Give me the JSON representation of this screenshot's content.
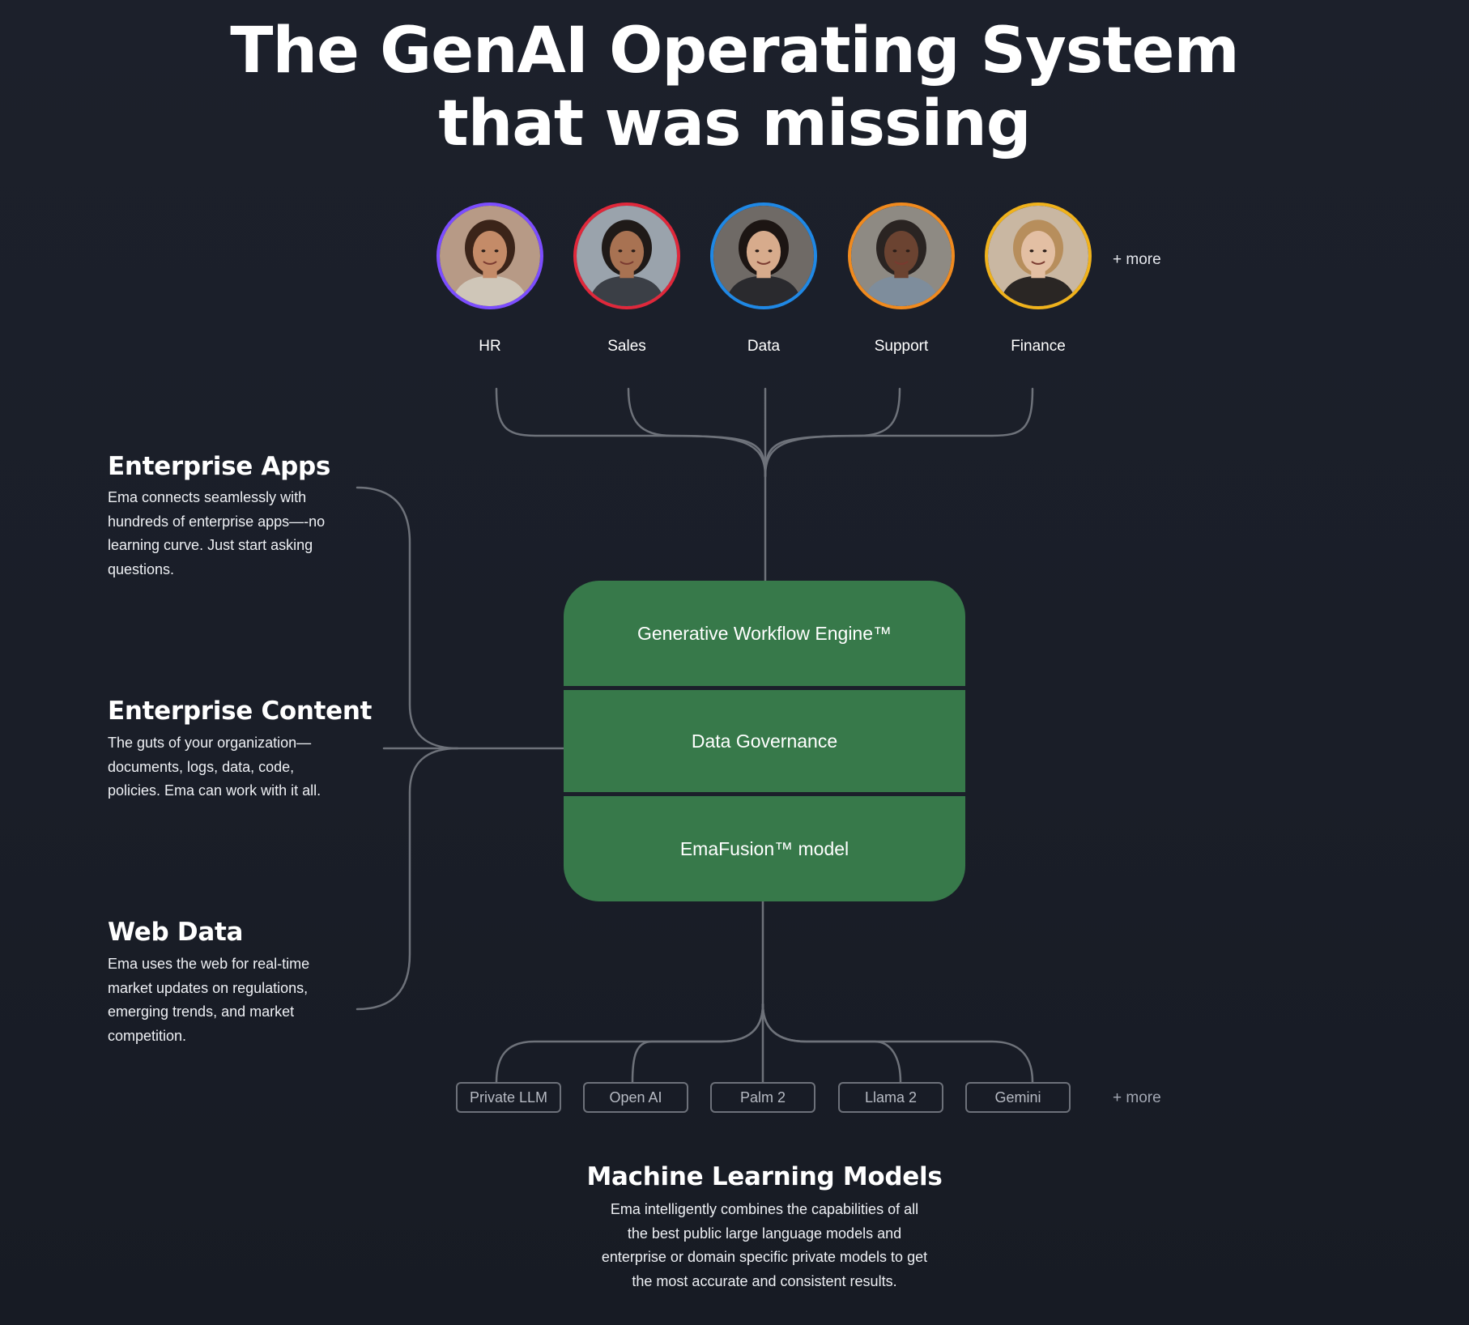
{
  "title": {
    "line1": "The GenAI Operating System",
    "line2": "that was missing"
  },
  "personas": [
    {
      "label": "HR",
      "ring_color": "#7c4dff",
      "bg": "#b79a86",
      "skin": "#c48b68",
      "hair": "#3b2419",
      "shirt": "#cfc6b8"
    },
    {
      "label": "Sales",
      "ring_color": "#e0283b",
      "bg": "#9aa3ac",
      "skin": "#a87252",
      "hair": "#1f1a18",
      "shirt": "#3b3f46"
    },
    {
      "label": "Data",
      "ring_color": "#1f88e5",
      "bg": "#6f6a66",
      "skin": "#d7ab8c",
      "hair": "#1c1513",
      "shirt": "#2a2a2e"
    },
    {
      "label": "Support",
      "ring_color": "#f08a1e",
      "bg": "#8e8a83",
      "skin": "#6b4331",
      "hair": "#2a2422",
      "shirt": "#7e8d9c"
    },
    {
      "label": "Finance",
      "ring_color": "#f0b21b",
      "bg": "#c9b7a2",
      "skin": "#e3bfa3",
      "hair": "#b78e5c",
      "shirt": "#2a2624"
    }
  ],
  "personas_more": "+ more",
  "sources": [
    {
      "title": "Enterprise Apps",
      "desc": "Ema connects seamlessly with hundreds of enterprise apps—-no learning curve. Just start asking questions."
    },
    {
      "title": "Enterprise Content",
      "desc": "The guts of your organization—documents, logs, data, code, policies. Ema can work with it all."
    },
    {
      "title": "Web Data",
      "desc": "Ema uses the web for real-time market updates on regulations, emerging trends, and market competition."
    }
  ],
  "engine": {
    "layers": [
      "Generative Workflow Engine™",
      "Data Governance",
      "EmaFusion™ model"
    ],
    "color": "#37794a"
  },
  "models": [
    "Private LLM",
    "Open AI",
    "Palm 2",
    "Llama 2",
    "Gemini"
  ],
  "models_more": "+ more",
  "ml": {
    "title": "Machine Learning Models",
    "desc": "Ema intelligently combines the capabilities of all the best public large language models and enterprise or domain specific private models to get the most accurate and consistent results."
  }
}
